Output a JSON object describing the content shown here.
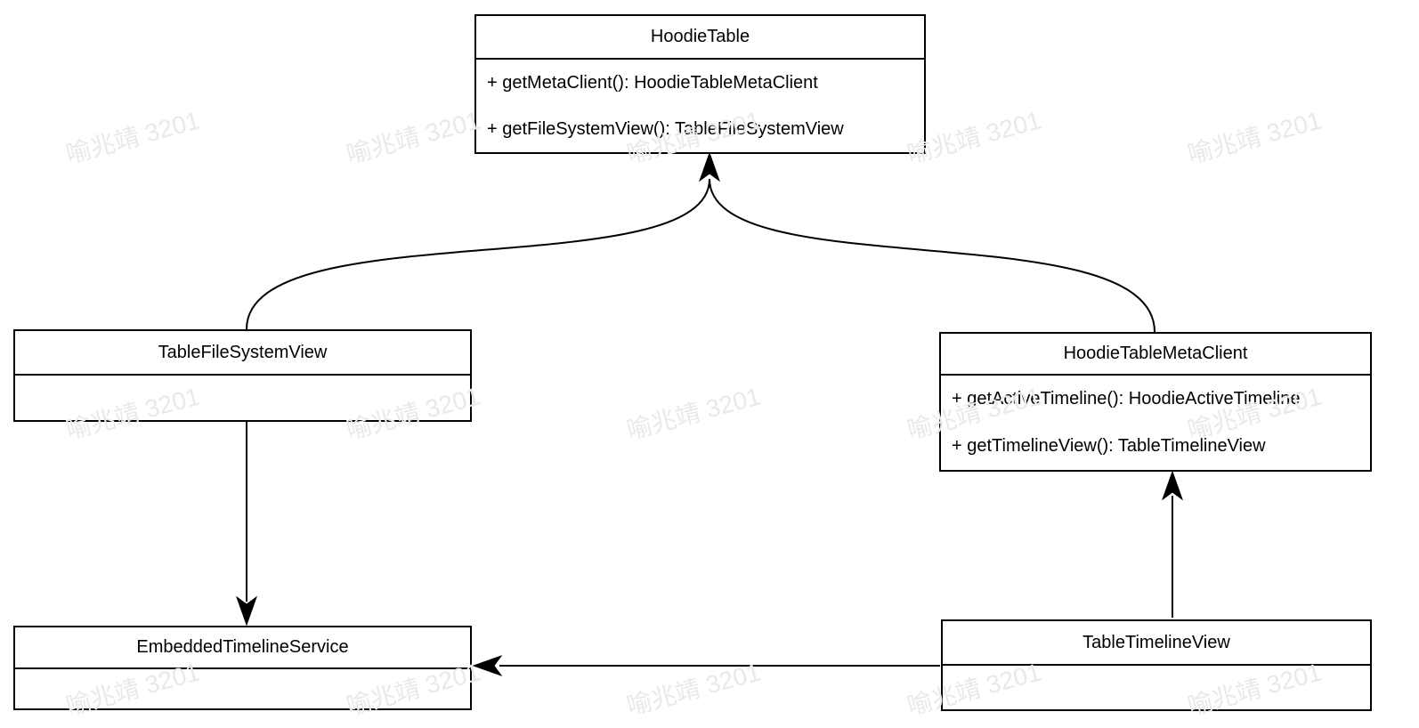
{
  "diagram": {
    "type": "uml-class-diagram",
    "classes": {
      "hoodieTable": {
        "name": "HoodieTable",
        "methods": [
          "+ getMetaClient(): HoodieTableMetaClient",
          "+ getFileSystemView(): TableFileSystemView"
        ]
      },
      "tableFileSystemView": {
        "name": "TableFileSystemView",
        "methods": []
      },
      "hoodieTableMetaClient": {
        "name": "HoodieTableMetaClient",
        "methods": [
          "+ getActiveTimeline(): HoodieActiveTimeline",
          "+ getTimelineView(): TableTimelineView"
        ]
      },
      "embeddedTimelineService": {
        "name": "EmbeddedTimelineService",
        "methods": []
      },
      "tableTimelineView": {
        "name": "TableTimelineView",
        "methods": []
      }
    },
    "relationships": [
      {
        "from": "TableFileSystemView",
        "to": "HoodieTable",
        "style": "curved",
        "arrowhead": "filled-triangle"
      },
      {
        "from": "HoodieTableMetaClient",
        "to": "HoodieTable",
        "style": "curved",
        "arrowhead": "filled-triangle"
      },
      {
        "from": "TableFileSystemView",
        "to": "EmbeddedTimelineService",
        "style": "straight",
        "arrowhead": "filled-triangle"
      },
      {
        "from": "TableTimelineView",
        "to": "HoodieTableMetaClient",
        "style": "straight",
        "arrowhead": "filled-triangle"
      },
      {
        "from": "TableTimelineView",
        "to": "EmbeddedTimelineService",
        "style": "straight",
        "arrowhead": "filled-triangle"
      }
    ]
  },
  "watermark": {
    "text": "喻兆靖 3201",
    "color": "#e9e9e9"
  },
  "colors": {
    "stroke": "#000000",
    "background": "#ffffff",
    "text": "#000000"
  }
}
